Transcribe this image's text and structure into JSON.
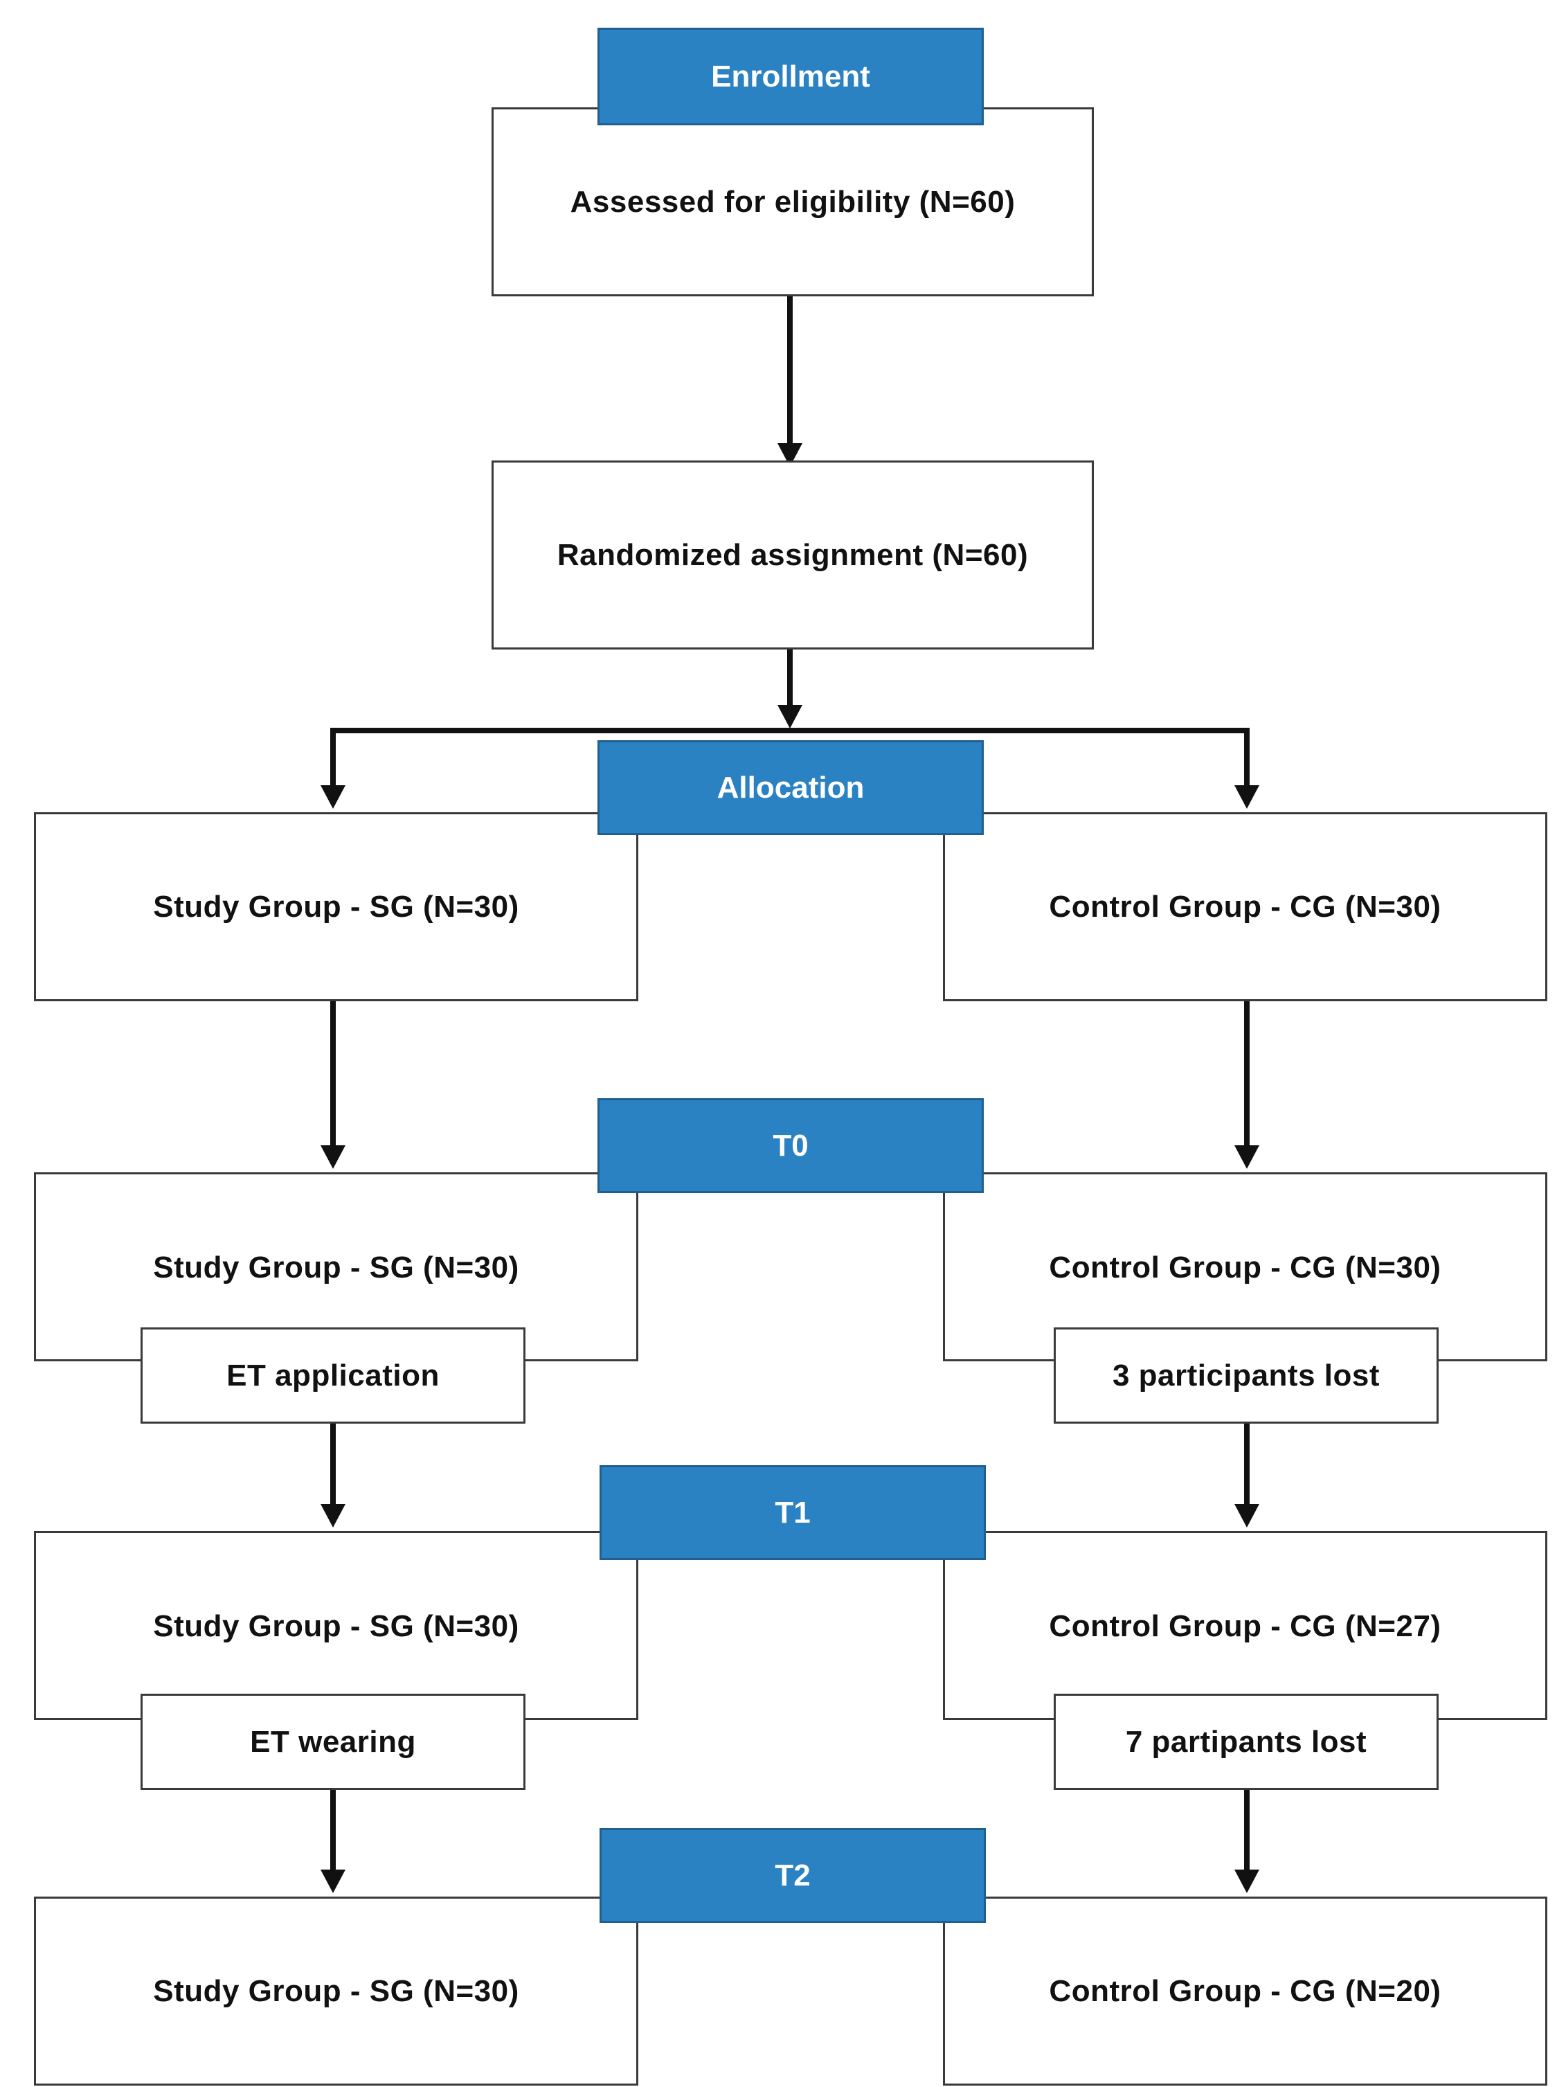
{
  "colors": {
    "header_fill": "#2b82c2",
    "line": "#111111"
  },
  "headers": {
    "enrollment": "Enrollment",
    "allocation": "Allocation",
    "t0": "T0",
    "t1": "T1",
    "t2": "T2"
  },
  "enrollment": {
    "assessed": "Assessed for eligibility (N=60)",
    "randomized": "Randomized assignment (N=60)"
  },
  "allocation": {
    "study": "Study Group - SG (N=30)",
    "control": "Control Group - CG (N=30)"
  },
  "t0": {
    "study": "Study Group - SG (N=30)",
    "study_note": "ET application",
    "control": "Control Group - CG (N=30)",
    "control_note": "3 participants lost"
  },
  "t1": {
    "study": "Study Group - SG (N=30)",
    "study_note": "ET wearing",
    "control": "Control Group - CG (N=27)",
    "control_note": "7 partipants lost"
  },
  "t2": {
    "study": "Study Group - SG (N=30)",
    "control": "Control Group - CG (N=20)"
  }
}
